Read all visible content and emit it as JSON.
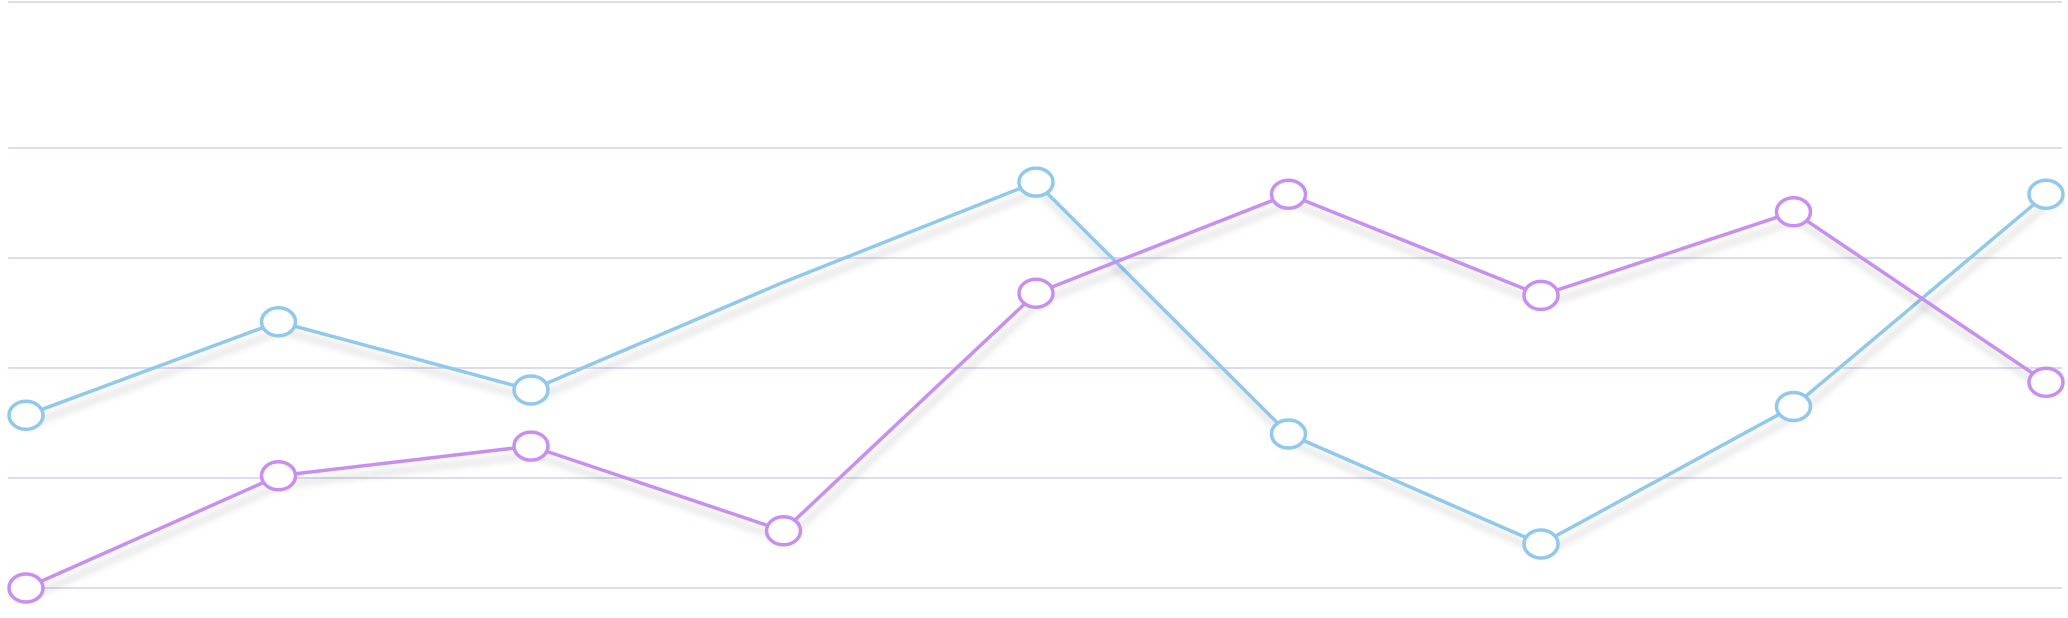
{
  "chart_data": {
    "type": "line",
    "x": [
      1,
      2,
      3,
      4,
      5,
      6,
      7,
      8,
      9
    ],
    "xlim": [
      1,
      9
    ],
    "ylim": [
      0,
      4
    ],
    "grid": true,
    "gridlines_y": [
      0,
      1,
      2,
      3,
      4
    ],
    "series": [
      {
        "key": "blue",
        "color": "#90c8ee",
        "values": [
          1.57,
          2.42,
          1.8,
          2.78,
          3.69,
          1.4,
          0.4,
          1.65,
          3.58
        ],
        "markers": [
          true,
          true,
          true,
          false,
          true,
          true,
          true,
          true,
          true
        ]
      },
      {
        "key": "purple",
        "color": "#c98ef2",
        "values": [
          0.0,
          1.02,
          1.29,
          0.52,
          2.68,
          3.58,
          2.66,
          3.42,
          1.87
        ],
        "markers": [
          true,
          true,
          true,
          true,
          true,
          true,
          true,
          true,
          true
        ]
      }
    ]
  }
}
